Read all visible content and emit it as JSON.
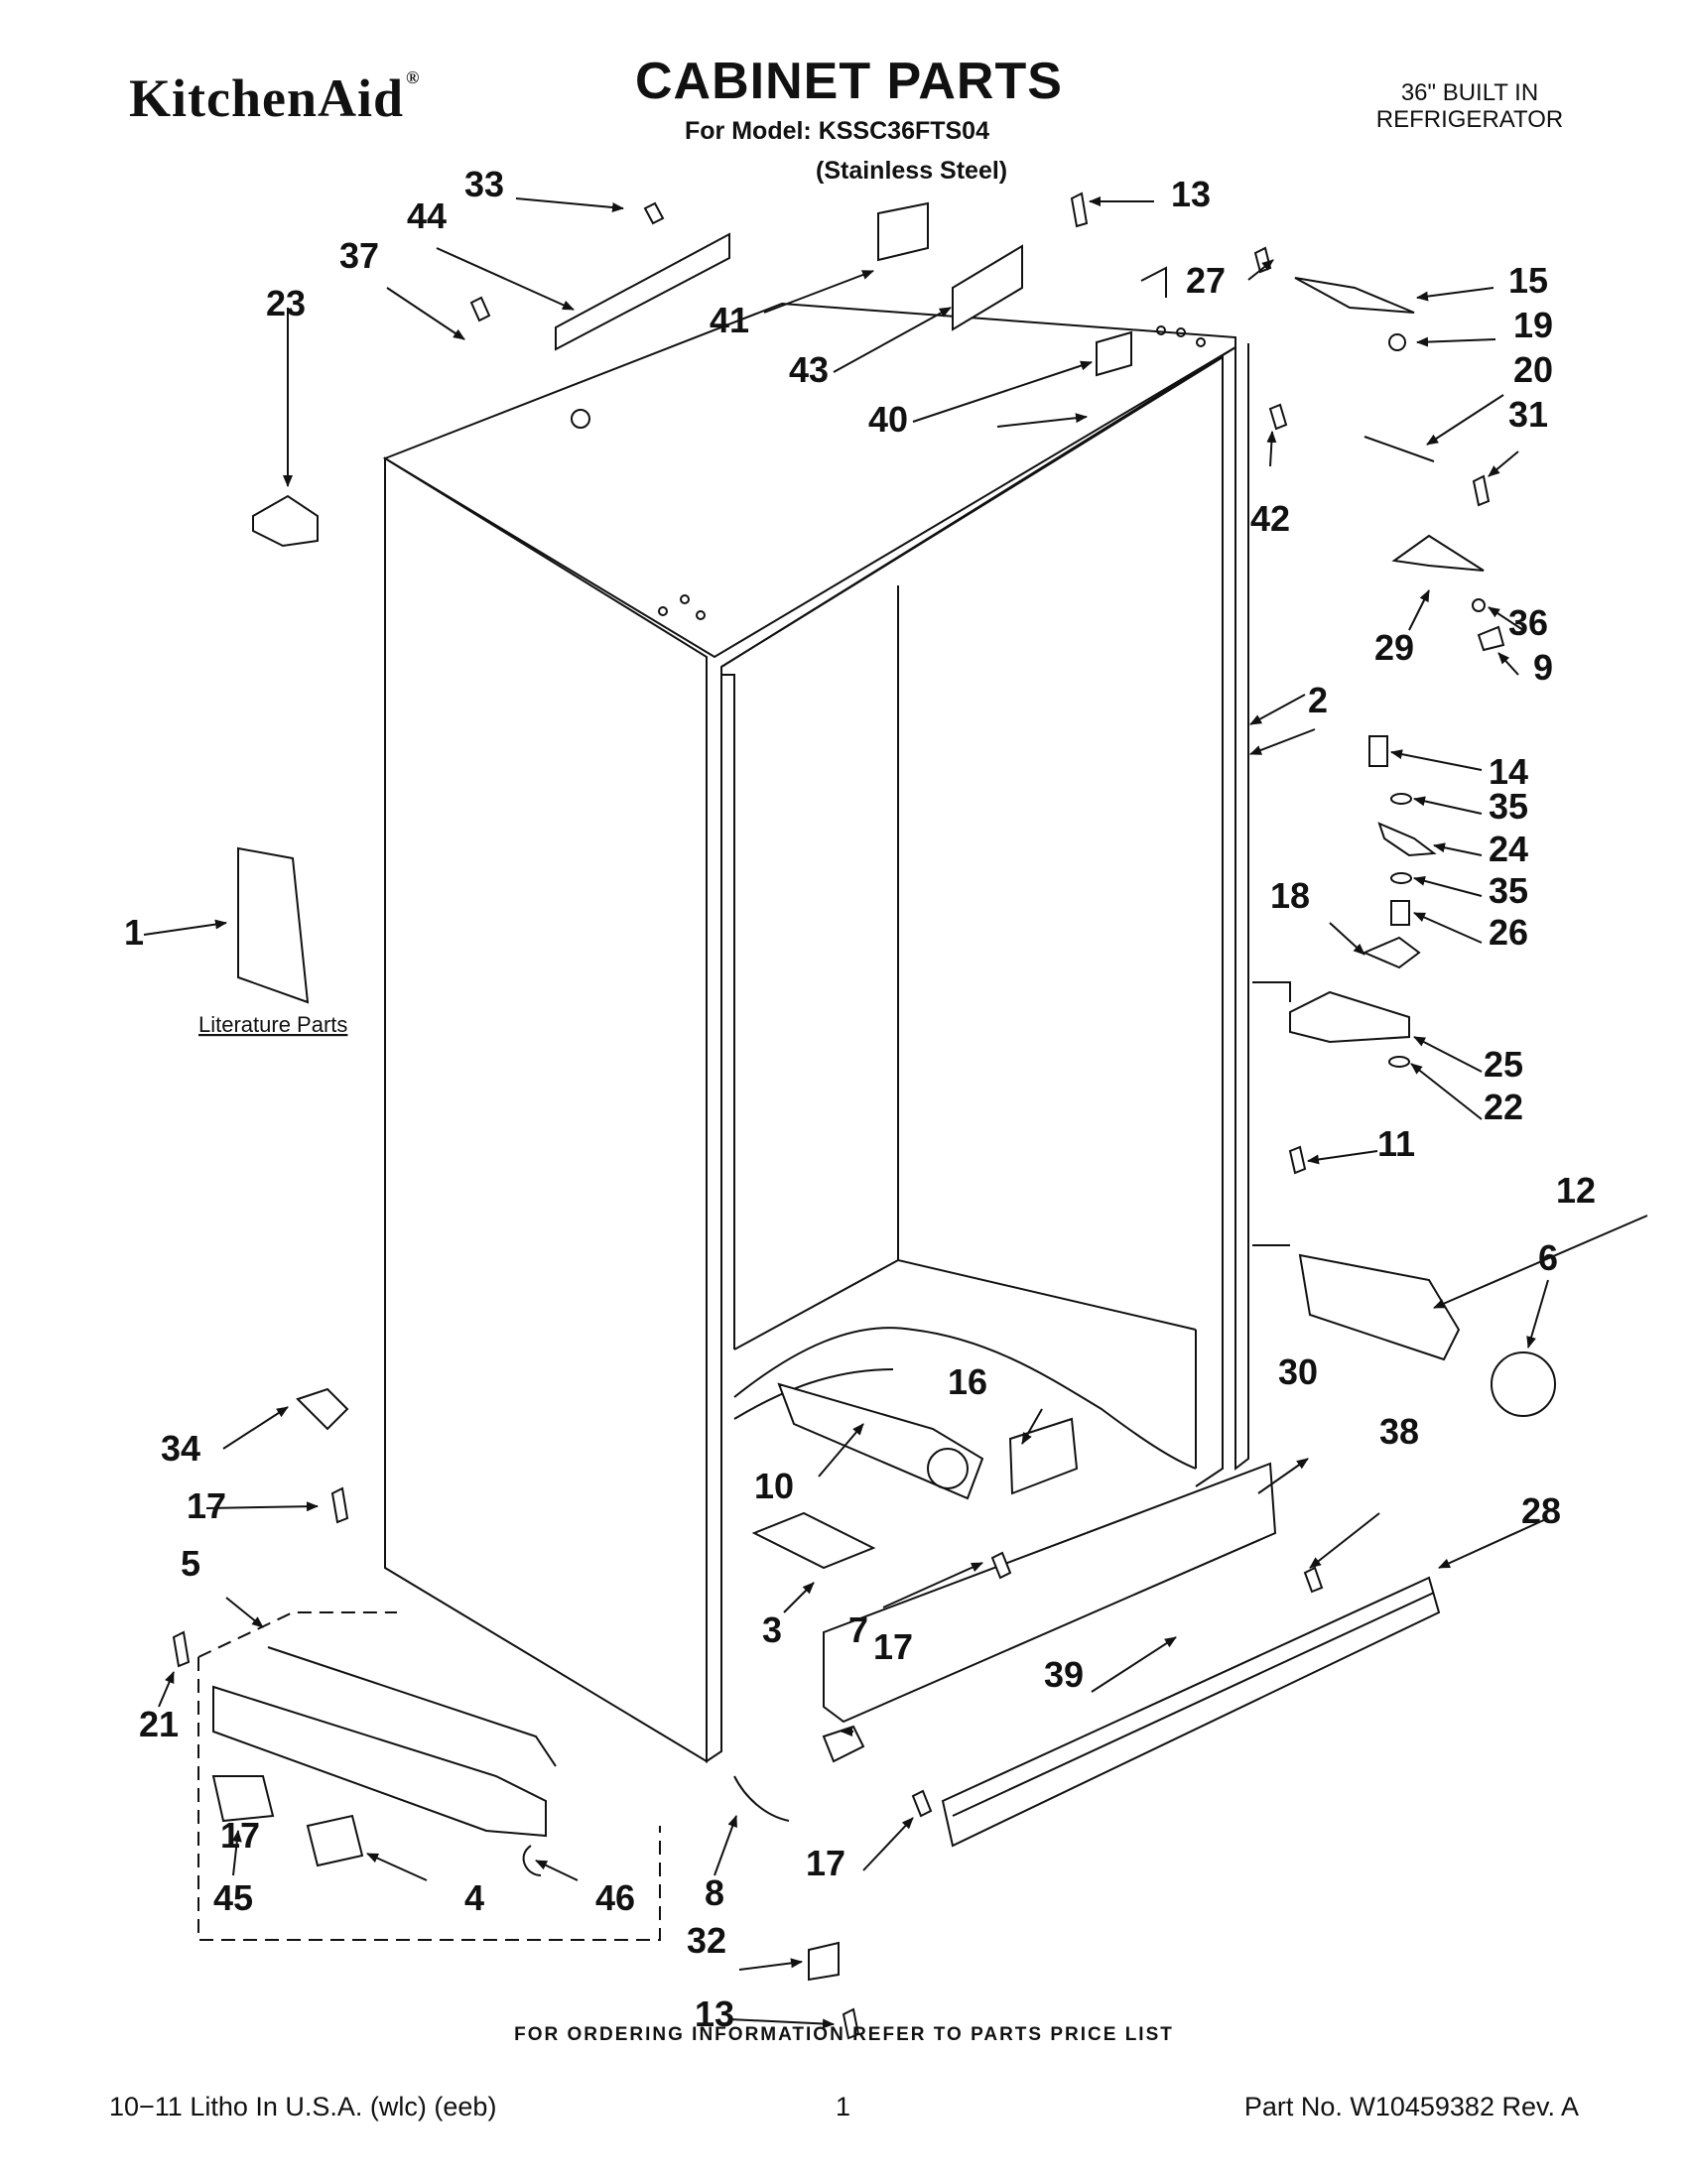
{
  "header": {
    "brand": "KitchenAid",
    "brand_mark": "®",
    "title": "CABINET PARTS",
    "model_line": "For Model: KSSC36FTS04",
    "variant": "(Stainless Steel)",
    "product_line1": "36\" BUILT IN",
    "product_line2": "REFRIGERATOR"
  },
  "diagram": {
    "literature_label": "Literature Parts",
    "callouts": [
      "1",
      "2",
      "3",
      "4",
      "5",
      "6",
      "7",
      "8",
      "9",
      "10",
      "11",
      "12",
      "13",
      "13",
      "14",
      "15",
      "16",
      "17",
      "17",
      "17",
      "17",
      "18",
      "19",
      "20",
      "21",
      "22",
      "23",
      "24",
      "25",
      "26",
      "27",
      "28",
      "29",
      "30",
      "31",
      "32",
      "33",
      "34",
      "35",
      "35",
      "36",
      "37",
      "38",
      "39",
      "40",
      "41",
      "42",
      "43",
      "44",
      "45",
      "46"
    ]
  },
  "footer": {
    "ordering_note": "FOR ORDERING INFORMATION REFER TO PARTS PRICE LIST",
    "print_info": "10−11 Litho In U.S.A. (wlc) (eeb)",
    "page_number": "1",
    "part_number": "Part No. W10459382 Rev. A"
  },
  "colors": {
    "ink": "#111111",
    "paper": "#ffffff"
  }
}
